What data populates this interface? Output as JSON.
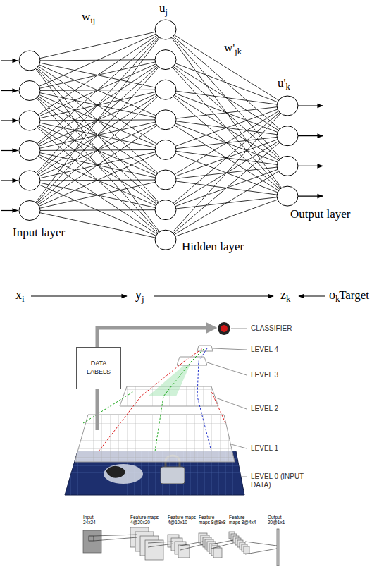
{
  "diagram": {
    "nodes": [
      {
        "text": [
          "DATA LABELS"
        ]
      }
    ],
    "labels": [
      "wij",
      "uj",
      "w'jk",
      "u'k",
      "Input layer",
      "Hidden layer",
      "Output layer",
      "xi",
      "yj",
      "zk",
      "ok",
      "Target",
      "CLASSIFIER",
      "LEVEL 4",
      "LEVEL 3",
      "LEVEL 2",
      "LEVEL 1",
      "LEVEL 0 (INPUT DATA)",
      "Input 24x24",
      "Feature maps 4@20x20",
      "Feature maps 4@10x10",
      "Feature maps 8@8x8",
      "Feature maps 8@4x4",
      "Output 20@1x1"
    ]
  }
}
